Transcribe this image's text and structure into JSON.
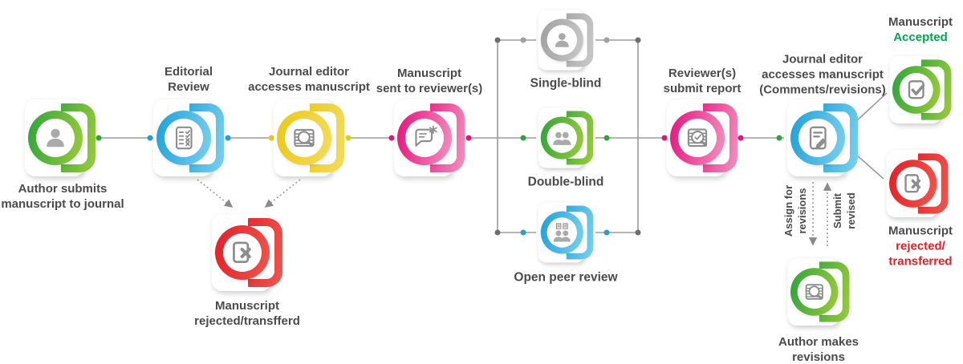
{
  "title": "Journal peer review workflow",
  "colors": {
    "line": "#9B9B9B",
    "junction": "#6E6E6E",
    "arrow": "#8A8A8A",
    "text": "#4B4B4D",
    "text-accepted": "#00A74F",
    "text-rejected": "#EC1C24",
    "glyph": "#8D8D8F",
    "person-fill": "#AAAAAA",
    "green1": "#2FA33C",
    "green2": "#9CCB3B",
    "cyan1": "#209FD8",
    "cyan2": "#7AD1EE",
    "yellow1": "#EAC71B",
    "yellow2": "#F3DC5C",
    "pink1": "#E5137E",
    "pink2": "#F292BF",
    "red1": "#E12028",
    "red2": "#EF564E",
    "gray1": "#A0A0A0",
    "gray2": "#C9C9C9"
  },
  "nodes": {
    "author": {
      "color": "#2FA33C",
      "icon": "person-icon",
      "l1": "Author submits",
      "l2": "manuscript to journal"
    },
    "editorial": {
      "color": "#209FD8",
      "icon": "checklist-icon",
      "l1": "Editorial",
      "l2": "Review"
    },
    "editor_access": {
      "color": "#EAC71B",
      "icon": "document-search-icon",
      "l1": "Journal editor",
      "l2": "accesses manuscript"
    },
    "sent": {
      "color": "#E5137E",
      "icon": "new-message-icon",
      "l1": "Manuscript",
      "l2": "sent to reviewer(s)"
    },
    "single_blind": {
      "color": "#A0A0A0",
      "icon": "person-icon",
      "l1": "Single-blind"
    },
    "double_blind": {
      "color": "#2FA33C",
      "icon": "two-persons-icon",
      "l1": "Double-blind"
    },
    "open_review": {
      "color": "#209FD8",
      "icon": "open-review-icon",
      "l1": "Open peer review"
    },
    "reviewer_report": {
      "color": "#E5137E",
      "icon": "report-check-icon",
      "l1": "Reviewer(s)",
      "l2": "submit report"
    },
    "editor_comments": {
      "color": "#209FD8",
      "icon": "document-edit-icon",
      "l1": "Journal editor",
      "l2": "accesses manuscript",
      "l3": "(Comments/revisions)"
    },
    "accepted": {
      "color": "#2FA33C",
      "icon": "document-check-icon",
      "l1": "Manuscript",
      "l2": "Accepted"
    },
    "rejected_final": {
      "color": "#E12028",
      "icon": "document-x-icon",
      "l1": "Manuscript",
      "l2": "rejected/",
      "l3": "transferred"
    },
    "author_revisions": {
      "color": "#2FA33C",
      "icon": "document-search-icon",
      "l1": "Author makes",
      "l2": "revisions"
    },
    "rejected_early": {
      "color": "#E12028",
      "icon": "document-x-icon",
      "l1": "Manuscript",
      "l2": "rejected/transfferd"
    }
  },
  "edge_labels": {
    "assign": {
      "l1": "Assign for",
      "l2": "revisions"
    },
    "submit": {
      "l1": "Submit",
      "l2": "revised"
    }
  }
}
